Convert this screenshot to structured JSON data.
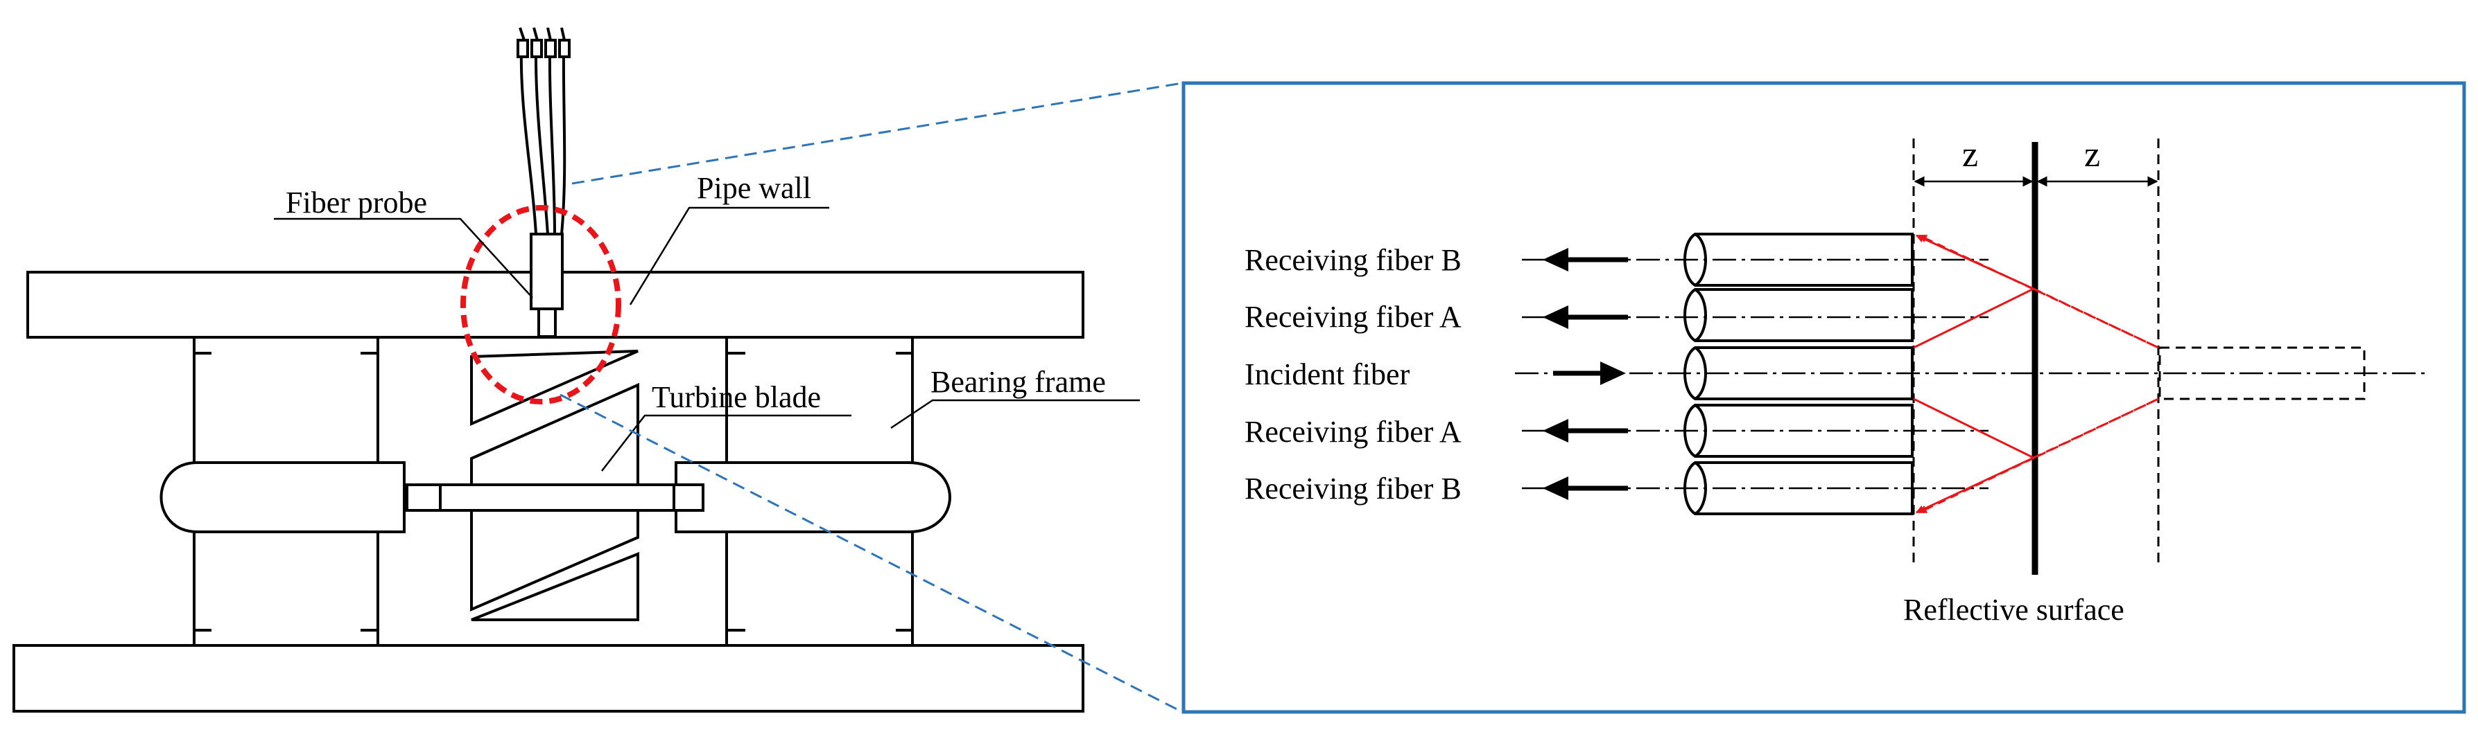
{
  "labels": {
    "fiber_probe": "Fiber probe",
    "pipe_wall": "Pipe wall",
    "turbine_blade": "Turbine blade",
    "bearing_frame": "Bearing frame",
    "receiving_fiber_b_top": "Receiving fiber B",
    "receiving_fiber_a_top": "Receiving fiber A",
    "incident_fiber": "Incident fiber",
    "receiving_fiber_a_bottom": "Receiving fiber A",
    "receiving_fiber_b_bottom": "Receiving fiber B",
    "z_left": "z",
    "z_right": "z",
    "reflective_surface": "Reflective surface"
  },
  "colors": {
    "highlight_circle": "#e8161a",
    "light_path": "#e8161a",
    "zoom_frame": "#2e75b6",
    "outline": "#000000"
  }
}
